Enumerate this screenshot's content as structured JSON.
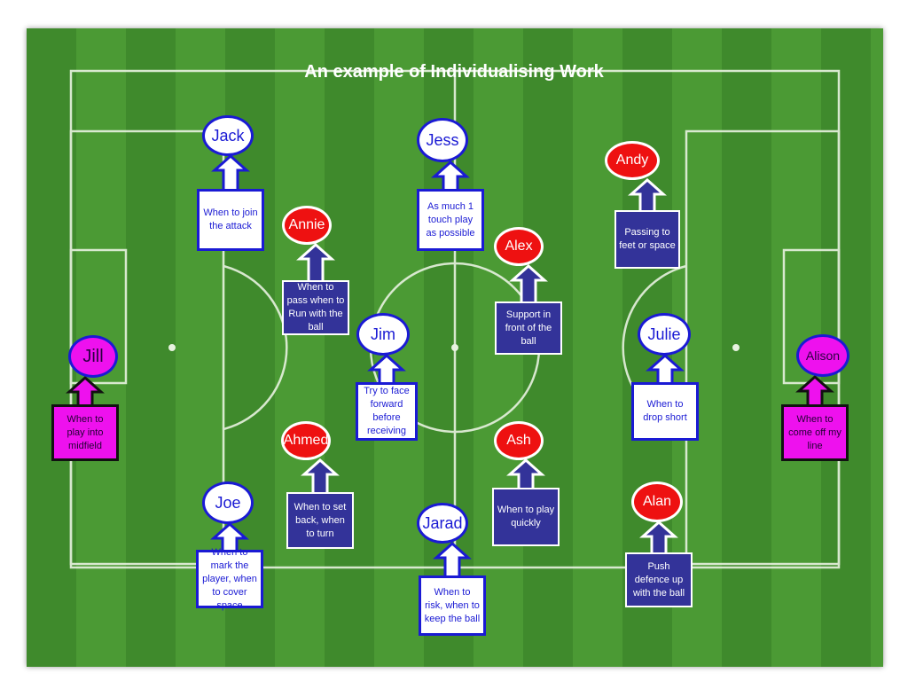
{
  "title": "An example of Individualising Work",
  "players": [
    {
      "id": "jack",
      "name": "Jack",
      "note": "When to join the attack",
      "oval": "white",
      "box": "white"
    },
    {
      "id": "jess",
      "name": "Jess",
      "note": "As much 1 touch play as possible",
      "oval": "white",
      "box": "white"
    },
    {
      "id": "andy",
      "name": "Andy",
      "note": "Passing to feet or space",
      "oval": "red",
      "box": "navy"
    },
    {
      "id": "annie",
      "name": "Annie",
      "note": "When to pass when to Run with the ball",
      "oval": "red",
      "box": "navy"
    },
    {
      "id": "alex",
      "name": "Alex",
      "note": "Support in front of the ball",
      "oval": "red",
      "box": "navy"
    },
    {
      "id": "jim",
      "name": "Jim",
      "note": "Try to face forward before receiving",
      "oval": "white",
      "box": "white"
    },
    {
      "id": "julie",
      "name": "Julie",
      "note": "When to drop short",
      "oval": "white",
      "box": "white"
    },
    {
      "id": "jill",
      "name": "Jill",
      "note": "When to play into midfield",
      "oval": "magenta",
      "box": "magenta"
    },
    {
      "id": "alison",
      "name": "Alison",
      "note": "When to come off my line",
      "oval": "magenta",
      "box": "magenta"
    },
    {
      "id": "ahmed",
      "name": "Ahmed",
      "note": "When to set back, when to turn",
      "oval": "red",
      "box": "navy"
    },
    {
      "id": "ash",
      "name": "Ash",
      "note": "When to play quickly",
      "oval": "red",
      "box": "navy"
    },
    {
      "id": "joe",
      "name": "Joe",
      "note": "When to mark the player, when to cover space",
      "oval": "white",
      "box": "white"
    },
    {
      "id": "jarad",
      "name": "Jarad",
      "note": "When to risk, when to keep the ball",
      "oval": "white",
      "box": "white"
    },
    {
      "id": "alan",
      "name": "Alan",
      "note": "Push defence up with the ball",
      "oval": "red",
      "box": "navy"
    }
  ],
  "colors": {
    "pitch": "#4b9a34",
    "white_border": "#1a1ad4",
    "red": "#ee1111",
    "navy": "#333399",
    "magenta": "#ee11ee"
  }
}
